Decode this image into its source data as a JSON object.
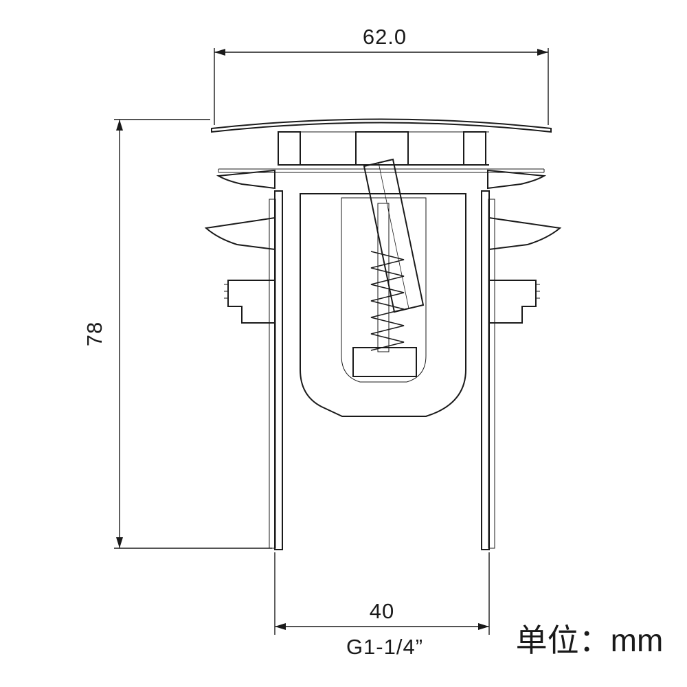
{
  "drawing": {
    "title": "pop-up-drain-cross-section",
    "dim_top_width": "62.0",
    "dim_height": "78",
    "dim_bottom_width": "40",
    "thread_spec": "G1-1/4”",
    "unit_note": "单位：mm"
  },
  "colors": {
    "line": "#1a1a1a",
    "background": "#ffffff"
  }
}
